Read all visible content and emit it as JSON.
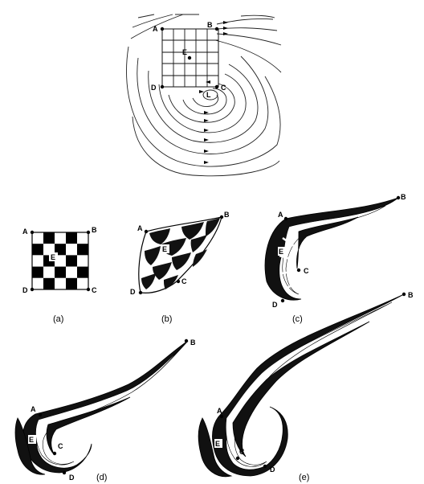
{
  "points": {
    "a": "A",
    "b": "B",
    "c": "C",
    "d": "D",
    "e": "E",
    "l": "L"
  },
  "captions": {
    "a": "(a)",
    "b": "(b)",
    "c": "(c)",
    "d": "(d)",
    "e": "(e)"
  },
  "checker": {
    "rows": 5,
    "cols": 5
  },
  "colors": {
    "ink": "#000000",
    "background": "#ffffff"
  }
}
